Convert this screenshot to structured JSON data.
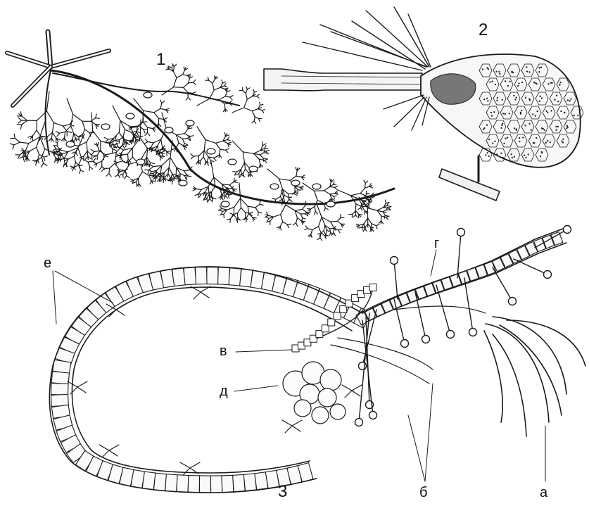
{
  "figure_labels": {
    "fig1": "1",
    "fig2": "2",
    "fig3": "3"
  },
  "part_labels": {
    "a": "а",
    "b": "б",
    "v": "в",
    "g": "г",
    "d": "д",
    "e": "е"
  },
  "colors": {
    "ink": "#1a1a1a",
    "background": "#ffffff"
  }
}
